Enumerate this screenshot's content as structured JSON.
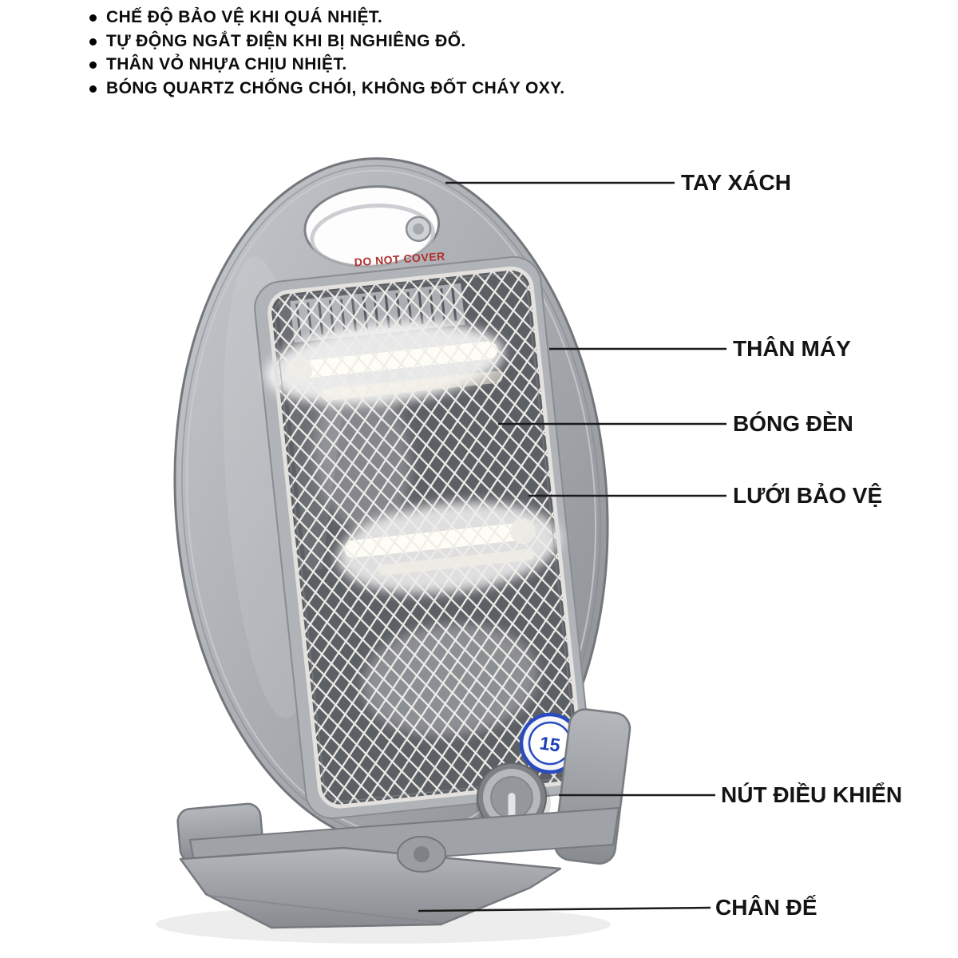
{
  "page": {
    "background": "#ffffff"
  },
  "features": {
    "items": [
      "CHẾ ĐỘ BẢO VỆ KHI QUÁ NHIỆT.",
      "TỰ ĐỘNG NGẮT ĐIỆN KHI BỊ NGHIÊNG ĐỔ.",
      "THÂN VỎ NHỰA CHỊU NHIỆT.",
      "BÓNG QUARTZ CHỐNG CHÓI, KHÔNG ĐỐT CHÁY OXY."
    ]
  },
  "heater": {
    "warning_text": "DO NOT COVER",
    "badge_text": "15"
  },
  "callouts": [
    {
      "text": "TAY XÁCH"
    },
    {
      "text": "THÂN MÁY"
    },
    {
      "text": "BÓNG ĐÈN"
    },
    {
      "text": "LƯỚI BẢO VỆ"
    },
    {
      "text": "NÚT ĐIỀU KHIỂN"
    },
    {
      "text": "CHÂN ĐẾ"
    }
  ],
  "colors": {
    "body_gray": "#a9acb1",
    "mesh_wire": "#efede9",
    "badge_blue": "#2a4bbf",
    "warning_red": "#b03030",
    "leader_line": "#1a1a1a"
  }
}
